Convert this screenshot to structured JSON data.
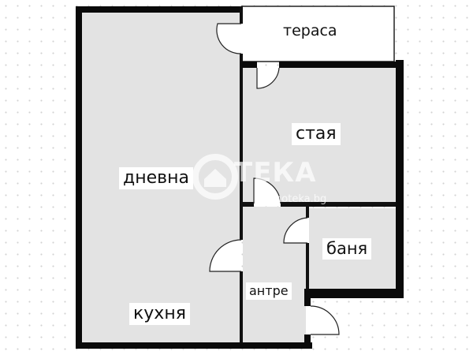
{
  "rooms": {
    "terrace": "тераса",
    "room": "стая",
    "living": "дневна",
    "kitchen": "кухня",
    "bathroom": "баня",
    "hall": "антре"
  },
  "watermark": {
    "brand": "IMOTEKA",
    "text": "ТЕКА",
    "url": "imoteka.bg"
  },
  "colors": {
    "wall": "#0a0a0a",
    "floor": "#e3e3e3",
    "terrace": "#ffffff"
  }
}
